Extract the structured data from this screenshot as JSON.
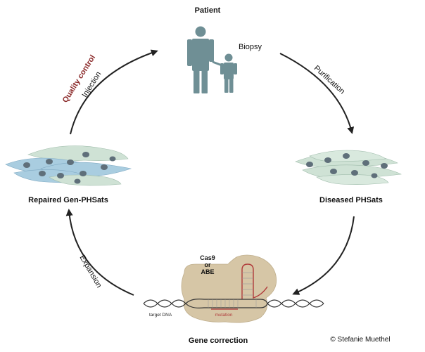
{
  "diagram": {
    "patient_label": "Patient",
    "biopsy_label": "Biopsy",
    "purification_label": "Purification",
    "diseased_label": "Diseased PHSats",
    "repaired_label": "Repaired Gen-PHSats",
    "quality_label": "Quality control",
    "injection_label": "Injection",
    "expansion_label": "Expansion",
    "cas9_label": "Cas9",
    "or_label": "or",
    "abe_label": "ABE",
    "target_dna_label": "target DNA",
    "mutation_label": "mutation",
    "gene_correction_label": "Gene correction",
    "credit_label": "© Stefanie Muethel"
  },
  "colors": {
    "person": "#6f8f95",
    "arrow": "#222222",
    "quality_red": "#8b2a2a",
    "cell_green": "#cfe2d5",
    "cell_blue": "#a9cde0",
    "nucleus": "#5f6f7a",
    "protein": "#d6c6a6",
    "mutation_red": "#b03a3a"
  }
}
